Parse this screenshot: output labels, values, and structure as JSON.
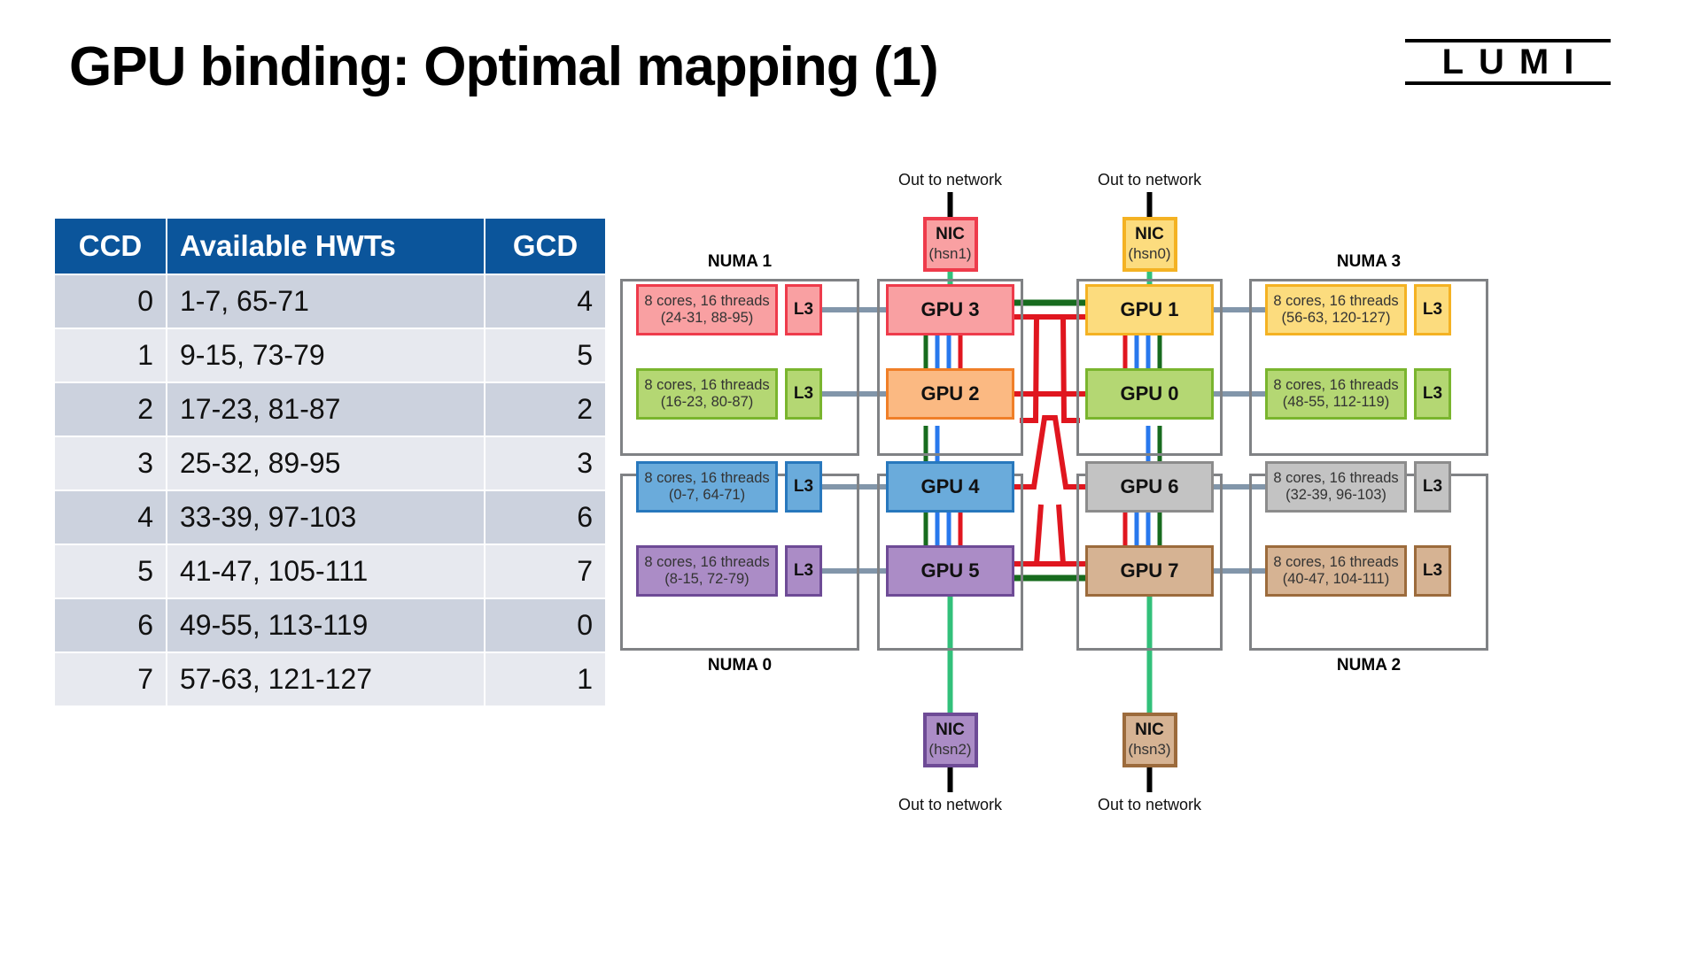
{
  "slide": {
    "title": "GPU binding: Optimal mapping (1)",
    "logo": "LUMI"
  },
  "table": {
    "headers": {
      "ccd": "CCD",
      "hwts": "Available HWTs",
      "gcd": "GCD"
    },
    "rows": [
      {
        "ccd": "0",
        "hwts": "1-7, 65-71",
        "gcd": "4"
      },
      {
        "ccd": "1",
        "hwts": "9-15, 73-79",
        "gcd": "5"
      },
      {
        "ccd": "2",
        "hwts": "17-23, 81-87",
        "gcd": "2"
      },
      {
        "ccd": "3",
        "hwts": "25-32, 89-95",
        "gcd": "3"
      },
      {
        "ccd": "4",
        "hwts": "33-39, 97-103",
        "gcd": "6"
      },
      {
        "ccd": "5",
        "hwts": "41-47, 105-111",
        "gcd": "7"
      },
      {
        "ccd": "6",
        "hwts": "49-55, 113-119",
        "gcd": "0"
      },
      {
        "ccd": "7",
        "hwts": "57-63, 121-127",
        "gcd": "1"
      }
    ]
  },
  "diagram": {
    "numa": {
      "n0": "NUMA 0",
      "n1": "NUMA 1",
      "n2": "NUMA 2",
      "n3": "NUMA 3"
    },
    "net_labels": {
      "top_left": "Out to network",
      "top_right": "Out to network",
      "bottom_left": "Out to network",
      "bottom_right": "Out to network"
    },
    "nics": [
      {
        "id": "nic-hsn1",
        "name": "NIC",
        "sub": "(hsn1)",
        "fill": "#f9a0a2",
        "stroke": "#ee3b4b"
      },
      {
        "id": "nic-hsn0",
        "name": "NIC",
        "sub": "(hsn0)",
        "fill": "#fcdc7e",
        "stroke": "#f4b223"
      },
      {
        "id": "nic-hsn2",
        "name": "NIC",
        "sub": "(hsn2)",
        "fill": "#ab8cc6",
        "stroke": "#6e4b96"
      },
      {
        "id": "nic-hsn3",
        "name": "NIC",
        "sub": "(hsn3)",
        "fill": "#d6b393",
        "stroke": "#9c6b3c"
      }
    ],
    "gpus": [
      {
        "id": "gpu3",
        "label": "GPU 3",
        "fill": "#f9a0a2",
        "stroke": "#ee3b4b"
      },
      {
        "id": "gpu2",
        "label": "GPU 2",
        "fill": "#fbb982",
        "stroke": "#f07f28"
      },
      {
        "id": "gpu1",
        "label": "GPU 1",
        "fill": "#fcdc7e",
        "stroke": "#f4b223"
      },
      {
        "id": "gpu0",
        "label": "GPU 0",
        "fill": "#b4d773",
        "stroke": "#7ab52e"
      },
      {
        "id": "gpu4",
        "label": "GPU 4",
        "fill": "#6aabdb",
        "stroke": "#2878bd"
      },
      {
        "id": "gpu5",
        "label": "GPU 5",
        "fill": "#ab8cc6",
        "stroke": "#6e4b96"
      },
      {
        "id": "gpu6",
        "label": "GPU 6",
        "fill": "#c3c3c3",
        "stroke": "#8c8c8c"
      },
      {
        "id": "gpu7",
        "label": "GPU 7",
        "fill": "#d6b393",
        "stroke": "#9c6b3c"
      }
    ],
    "cpu_blocks": [
      {
        "id": "ccd-n1-top",
        "line1": "8  cores, 16 threads",
        "line2": "(24-31, 88-95)",
        "l3": "L3",
        "fill": "#f9a0a2",
        "stroke": "#ee3b4b"
      },
      {
        "id": "ccd-n1-bot",
        "line1": "8  cores, 16 threads",
        "line2": "(16-23, 80-87)",
        "l3": "L3",
        "fill": "#b4d773",
        "stroke": "#7ab52e"
      },
      {
        "id": "ccd-n3-top",
        "line1": "8  cores, 16 threads",
        "line2": "(56-63, 120-127)",
        "l3": "L3",
        "fill": "#fcdc7e",
        "stroke": "#f4b223"
      },
      {
        "id": "ccd-n3-bot",
        "line1": "8  cores, 16 threads",
        "line2": "(48-55, 112-119)",
        "l3": "L3",
        "fill": "#b4d773",
        "stroke": "#7ab52e"
      },
      {
        "id": "ccd-n0-top",
        "line1": "8  cores, 16 threads",
        "line2": "(0-7, 64-71)",
        "l3": "L3",
        "fill": "#6aabdb",
        "stroke": "#2878bd"
      },
      {
        "id": "ccd-n0-bot",
        "line1": "8  cores, 16 threads",
        "line2": "(8-15, 72-79)",
        "l3": "L3",
        "fill": "#ab8cc6",
        "stroke": "#6e4b96"
      },
      {
        "id": "ccd-n2-top",
        "line1": "8  cores, 16 threads",
        "line2": "(32-39, 96-103)",
        "l3": "L3",
        "fill": "#c3c3c3",
        "stroke": "#8c8c8c"
      },
      {
        "id": "ccd-n2-bot",
        "line1": "8  cores, 16 threads",
        "line2": "(40-47, 104-111)",
        "l3": "L3",
        "fill": "#d6b393",
        "stroke": "#9c6b3c"
      }
    ],
    "colors": {
      "link_green_dark": "#176b1e",
      "link_blue": "#2878ed",
      "link_red": "#e0161f",
      "link_nic_green": "#32c07a",
      "bus_gray": "#8296aa",
      "frame_gray": "#808285",
      "network_black": "#000000"
    }
  }
}
